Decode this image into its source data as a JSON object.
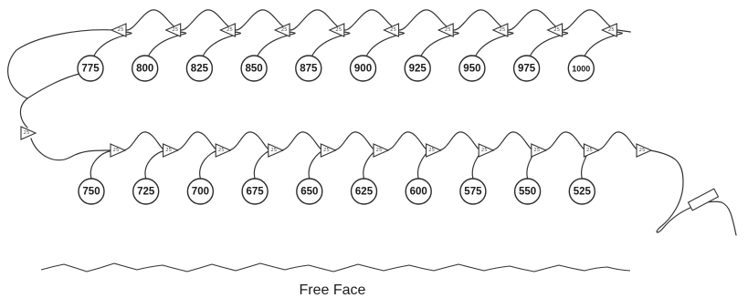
{
  "diagram": {
    "top_row_delays": [
      "775",
      "800",
      "825",
      "850",
      "875",
      "900",
      "925",
      "950",
      "975",
      "1000"
    ],
    "bottom_row_delays": [
      "750",
      "725",
      "700",
      "675",
      "650",
      "625",
      "600",
      "575",
      "550",
      "525"
    ],
    "connector_label": "25",
    "top_connector_count": 10,
    "bottom_connector_count": 11,
    "turnaround_connector_count": 1,
    "free_face_label": "Free Face",
    "colors": {
      "line": "#333333",
      "text": "#1a1a1a",
      "background": "#ffffff"
    }
  }
}
